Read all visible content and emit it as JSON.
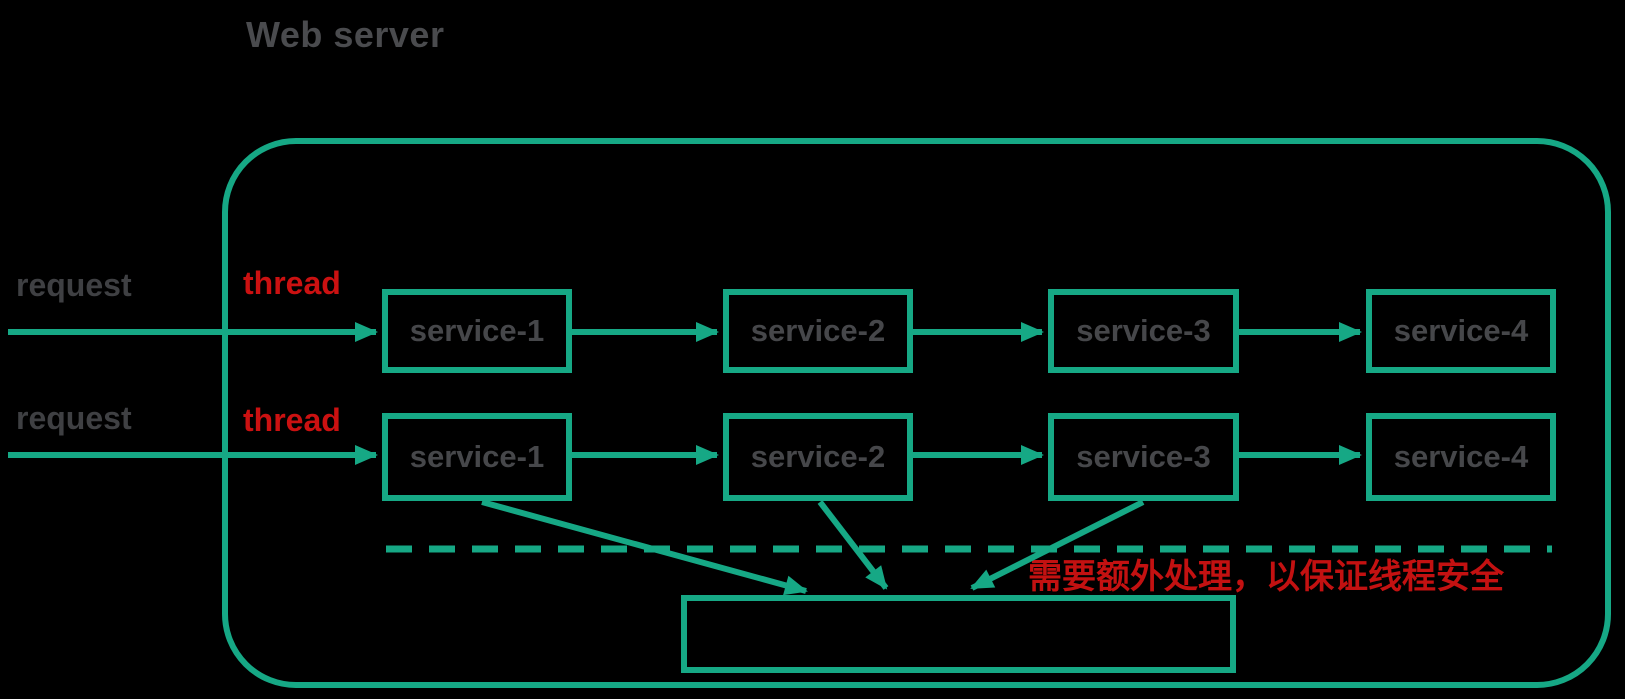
{
  "title": "Web server",
  "colors": {
    "accent_teal": "#16a885",
    "alert_red": "#cb1111",
    "label_gray": "#46474a",
    "background": "#000000"
  },
  "lanes": [
    {
      "request_label": "request",
      "thread_label": "thread",
      "services": [
        "service-1",
        "service-2",
        "service-3",
        "service-4"
      ]
    },
    {
      "request_label": "request",
      "thread_label": "thread",
      "services": [
        "service-1",
        "service-2",
        "service-3",
        "service-4"
      ]
    }
  ],
  "annotation": {
    "text": "需要额外处理，以保证线程安全"
  },
  "shared_box": {
    "label": ""
  }
}
